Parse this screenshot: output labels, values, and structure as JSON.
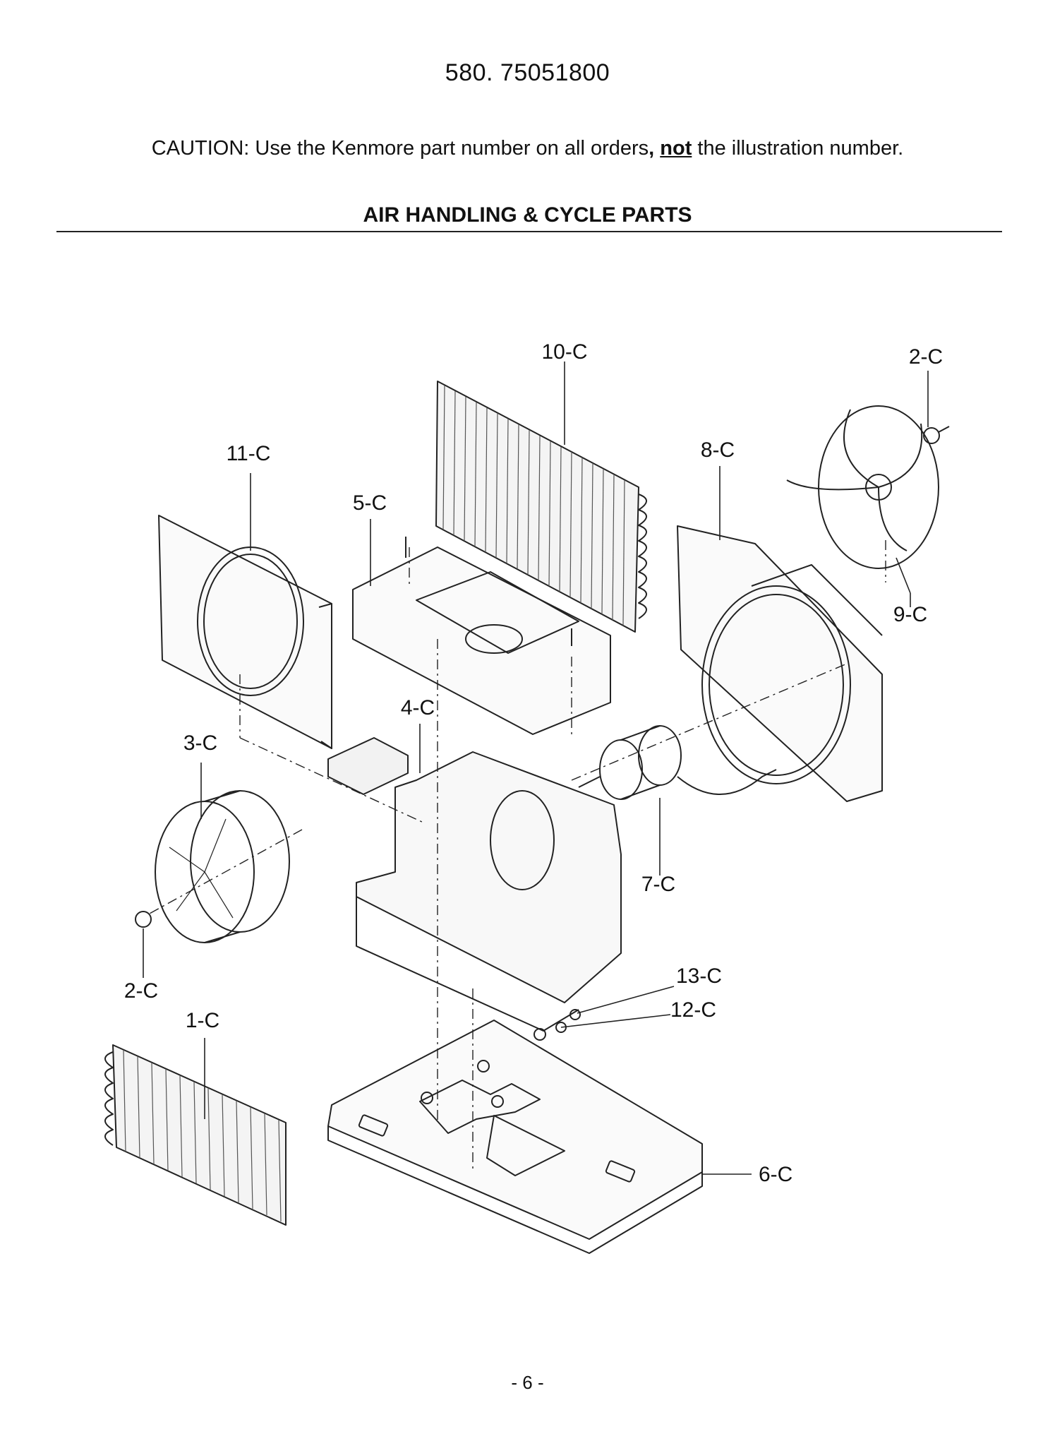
{
  "header": {
    "model_number": "580. 75051800",
    "caution_prefix": "CAUTION: Use the Kenmore part number on all orders",
    "caution_comma": ", ",
    "caution_emphasis": "not",
    "caution_suffix": " the illustration number.",
    "section_title": "AIR HANDLING & CYCLE PARTS"
  },
  "diagram": {
    "labels": {
      "p10": "10-C",
      "p2_top": "2-C",
      "p11": "11-C",
      "p8": "8-C",
      "p5": "5-C",
      "p9": "9-C",
      "p4": "4-C",
      "p3": "3-C",
      "p7": "7-C",
      "p2_bottom": "2-C",
      "p13": "13-C",
      "p1": "1-C",
      "p12": "12-C",
      "p6": "6-C"
    }
  },
  "footer": {
    "page_number": "- 6 -"
  }
}
